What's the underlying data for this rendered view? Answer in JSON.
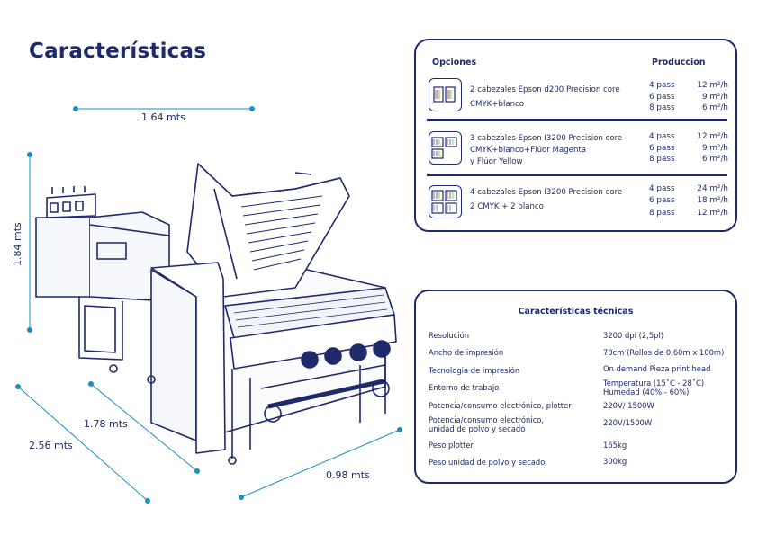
{
  "page": {
    "title": "Características"
  },
  "dimensions": {
    "width": "1.64 mts",
    "height": "1.84 mts",
    "depth_inner": "1.78 mts",
    "depth_outer": "2.56 mts",
    "front": "0.98 mts"
  },
  "options": {
    "header_options": "Opciones",
    "header_production": "Produccion",
    "rows": [
      {
        "icon": "printhead-2-icon",
        "lines": [
          "2 cabezales Epson d200 Precision core",
          "CMYK+blanco"
        ],
        "pass": [
          "4 pass",
          "6 pass",
          "8 pass"
        ],
        "production": [
          "12 m²/h",
          "9 m²/h",
          "6 m²/h"
        ]
      },
      {
        "icon": "printhead-3-icon",
        "lines": [
          "3 cabezales Epson I3200 Precision core",
          "CMYK+blanco+Flúor Magenta",
          "y Flúor Yellow"
        ],
        "pass": [
          "4 pass",
          "6 pass",
          "8 pass"
        ],
        "production": [
          "12 m²/h",
          "9 m²/h",
          "6 m²/h"
        ]
      },
      {
        "icon": "printhead-4-icon",
        "lines": [
          "4 cabezales Epson I3200 Precision core",
          "2 CMYK + 2 blanco"
        ],
        "pass": [
          "4 pass",
          "6 pass",
          "8 pass"
        ],
        "production": [
          "24 m²/h",
          "18 m²/h",
          "12 m²/h"
        ]
      }
    ]
  },
  "tech": {
    "title": "Características técnicas",
    "rows": [
      {
        "label": "Resolución",
        "value": "3200 dpi (2,5pl)"
      },
      {
        "label": "Ancho de impresión",
        "value": "70cm (Rollos de 0,60m x 100m)"
      },
      {
        "label": "Tecnologia de impresión",
        "value": "On demand  Pieza print head"
      },
      {
        "label": "Entorno de trabajo",
        "value": [
          "Temperatura (15˚C - 28˚C)",
          "Humedad (40% - 60%)"
        ]
      },
      {
        "label": "Potencia/consumo electrónico, plotter",
        "value": "220V/ 1500W"
      },
      {
        "label": [
          "Potencia/consumo electrónico,",
          "unidad de polvo y secado"
        ],
        "value": "220V/1500W"
      },
      {
        "label": "Peso plotter",
        "value": "165kg"
      },
      {
        "label": "Peso unidad de polvo y secado",
        "value": "300kg"
      }
    ]
  },
  "colors": {
    "brand": "#1f2a6b",
    "accent": "#1a8fc4",
    "background": "#ffffff"
  }
}
